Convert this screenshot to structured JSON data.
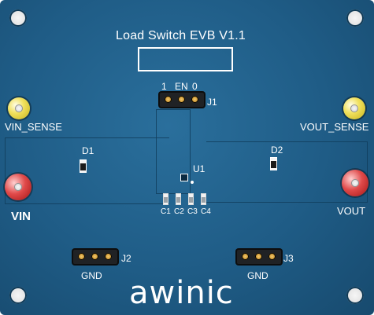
{
  "board": {
    "title": "Load Switch EVB V1.1",
    "brand": "awinic"
  },
  "labels": {
    "jumper_1": "1",
    "jumper_en": "EN",
    "jumper_0": "0",
    "j1": "J1",
    "j2": "J2",
    "j3": "J3",
    "gnd_j2": "GND",
    "gnd_j3": "GND",
    "u1": "U1",
    "d1": "D1",
    "d2": "D2",
    "c1": "C1",
    "c2": "C2",
    "c3": "C3",
    "c4": "C4",
    "vin_sense": "VIN_SENSE",
    "vout_sense": "VOUT_SENSE",
    "vin": "VIN",
    "vout": "VOUT"
  },
  "colors": {
    "pcb": "#1f5c86",
    "silkscreen": "#ffffff",
    "yellow_terminal": "#f1e15e",
    "red_terminal": "#e04a4a",
    "header": "#202225",
    "pins": "#d09a34"
  }
}
